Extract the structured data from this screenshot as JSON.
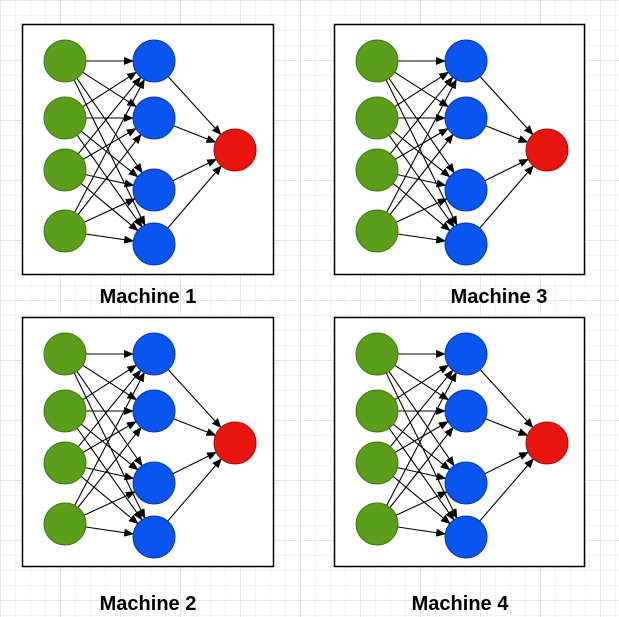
{
  "machines": [
    {
      "label": "Machine 1"
    },
    {
      "label": "Machine 2"
    },
    {
      "label": "Machine 3"
    },
    {
      "label": "Machine 4"
    }
  ],
  "network": {
    "input_nodes": 4,
    "hidden_nodes": 4,
    "output_nodes": 1
  },
  "colors": {
    "input_fill": "#5a9e1c",
    "input_stroke": "#3f7a0c",
    "hidden_fill": "#0a55f0",
    "hidden_stroke": "#0036b5",
    "output_fill": "#e81410",
    "output_stroke": "#a80c08",
    "box_stroke": "#000000",
    "edge": "#000000"
  }
}
